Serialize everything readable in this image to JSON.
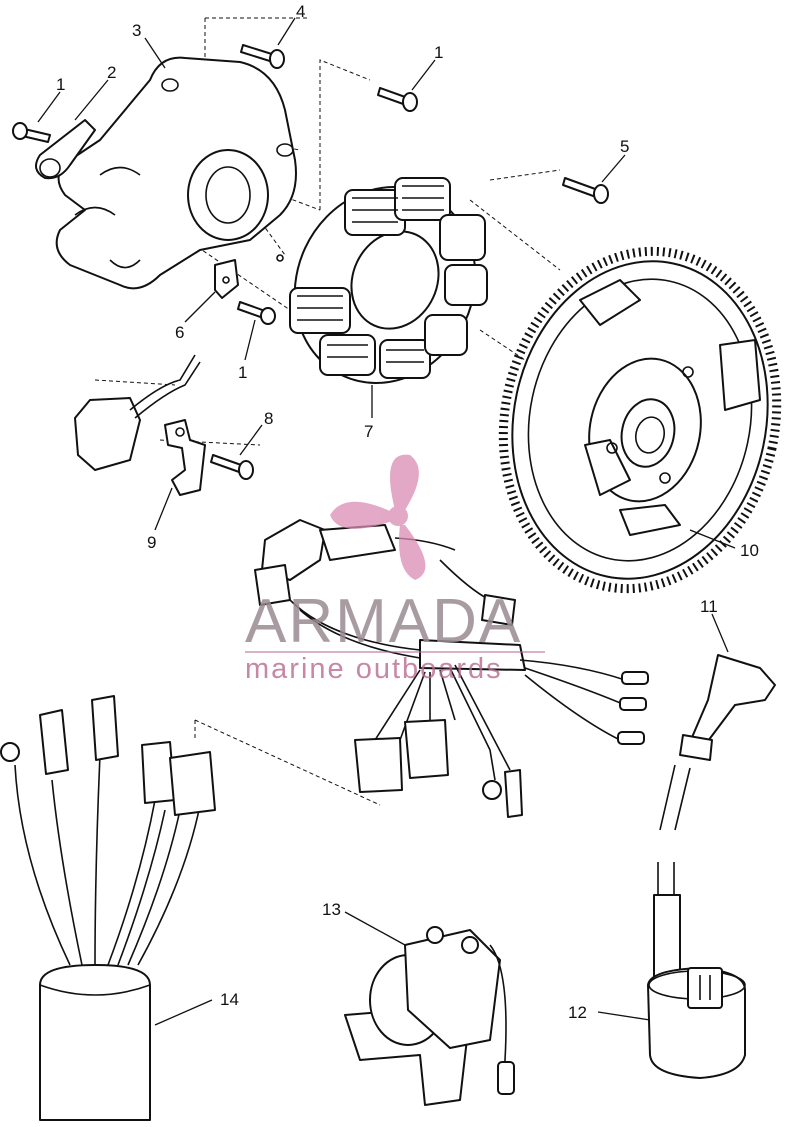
{
  "watermark": {
    "brand": "ARMADA",
    "tagline": "marine outboards",
    "logo_color": "#d98cb3",
    "text_color": "#9a8a92"
  },
  "callouts": [
    {
      "id": "c4",
      "label": "4"
    },
    {
      "id": "c3",
      "label": "3"
    },
    {
      "id": "c2",
      "label": "2"
    },
    {
      "id": "c1a",
      "label": "1"
    },
    {
      "id": "c1b",
      "label": "1"
    },
    {
      "id": "c5",
      "label": "5"
    },
    {
      "id": "c6",
      "label": "6"
    },
    {
      "id": "c1c",
      "label": "1"
    },
    {
      "id": "c8",
      "label": "8"
    },
    {
      "id": "c7",
      "label": "7"
    },
    {
      "id": "c9",
      "label": "9"
    },
    {
      "id": "c10",
      "label": "10"
    },
    {
      "id": "c11",
      "label": "11"
    },
    {
      "id": "c13",
      "label": "13"
    },
    {
      "id": "c14",
      "label": "14"
    },
    {
      "id": "c12",
      "label": "12"
    }
  ]
}
